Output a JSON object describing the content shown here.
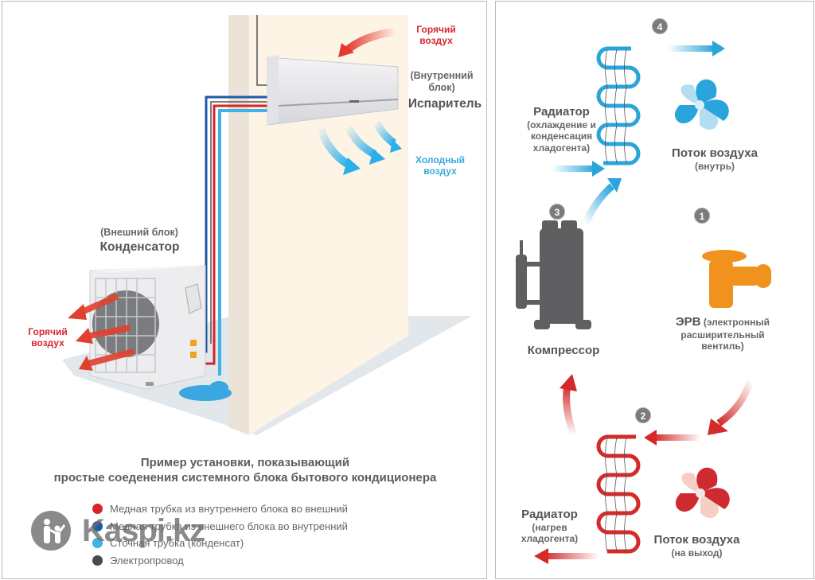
{
  "left_panel": {
    "labels": {
      "hot_air_top": [
        "Горячий",
        "воздух"
      ],
      "indoor_unit_type": [
        "(Внутренний",
        "блок)"
      ],
      "indoor_unit_name": "Испаритель",
      "cold_air": [
        "Холодный",
        "воздух"
      ],
      "outdoor_unit_type": "(Внешний блок)",
      "outdoor_unit_name": "Конденсатор",
      "hot_air_bottom": [
        "Горячий",
        "воздух"
      ]
    },
    "caption": [
      "Пример установки, показывающий",
      "простые соеденения системного блока бытового кондиционера"
    ],
    "legend": [
      {
        "label": "Медная трубка из внутреннего блока во внешний",
        "color": "#d9232b"
      },
      {
        "label": "Медная трубка из внешнего блока во внутренний",
        "color": "#1f5aa8"
      },
      {
        "label": "Сточная трубка (конденсат)",
        "color": "#3cb4e6"
      },
      {
        "label": "Электропровод",
        "color": "#4a4a4a"
      }
    ],
    "watermark": "Kaspi.kz"
  },
  "right_panel": {
    "steps": [
      {
        "number": "1",
        "title": "ЭРВ",
        "subtitle": [
          "(электронный",
          "расширительный",
          "вентиль)"
        ]
      },
      {
        "number": "2"
      },
      {
        "number": "3",
        "title": "Компрессор"
      },
      {
        "number": "4"
      }
    ],
    "top_radiator": {
      "title": "Радиатор",
      "subtitle": [
        "(охлаждение и",
        "конденсация",
        "хладогента)"
      ]
    },
    "top_airflow": {
      "title": "Поток воздуха",
      "subtitle": "(внутрь)"
    },
    "bottom_radiator": {
      "title": "Радиатор",
      "subtitle": [
        "(нагрев",
        "хладогента)"
      ]
    },
    "bottom_airflow": {
      "title": "Поток воздуха",
      "subtitle": "(на выход)"
    },
    "colors": {
      "cold": "#2aa5dc",
      "hot": "#d42a2a",
      "valve": "#f2921e",
      "compressor": "#5f5f62",
      "badge": "#7b7b7b"
    }
  }
}
